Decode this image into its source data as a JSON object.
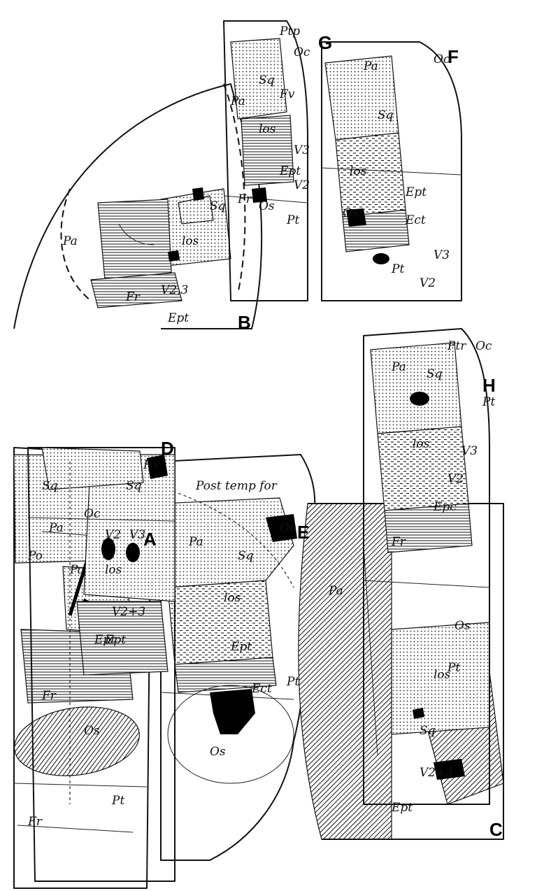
{
  "panels": [
    {
      "id": "A",
      "letter": "A",
      "labels": [
        "Sq",
        "Oc",
        "Po",
        "Pa",
        "Ept",
        "V2+3",
        "Fr",
        "Pt"
      ]
    },
    {
      "id": "B",
      "letter": "B",
      "labels": [
        "Pa",
        "Fr",
        "V2,3",
        "Ept",
        "los",
        "Sq"
      ]
    },
    {
      "id": "C",
      "letter": "C",
      "labels": [
        "Pa",
        "Ept",
        "V2+3",
        "Sq",
        "los",
        "Os",
        "Pt"
      ]
    },
    {
      "id": "D",
      "letter": "D",
      "labels": [
        "Sq",
        "Pa",
        "los",
        "V2",
        "V3",
        "F.v",
        "Ept",
        "Fr",
        "Os"
      ]
    },
    {
      "id": "E",
      "letter": "E",
      "labels": [
        "Post temp for",
        "Pa",
        "Oc",
        "Sq",
        "los",
        "Ept",
        "Ect",
        "Pt",
        "Os"
      ]
    },
    {
      "id": "F",
      "letter": "F",
      "labels": [
        "Pa",
        "Oc",
        "Sq",
        "los",
        "Os",
        "Ept",
        "Ect",
        "V3",
        "Pt",
        "V2"
      ]
    },
    {
      "id": "G",
      "letter": "G",
      "labels": [
        "Ptp",
        "Oc",
        "Sq",
        "Fv",
        "Pa",
        "los",
        "V3",
        "Ept",
        "V2",
        "Fr",
        "Os",
        "Pt"
      ]
    },
    {
      "id": "H",
      "letter": "H",
      "labels": [
        "Pa",
        "Sq",
        "Ptr",
        "Oc",
        "Pt",
        "los",
        "V3",
        "V2",
        "Epc",
        "Fr"
      ]
    }
  ]
}
